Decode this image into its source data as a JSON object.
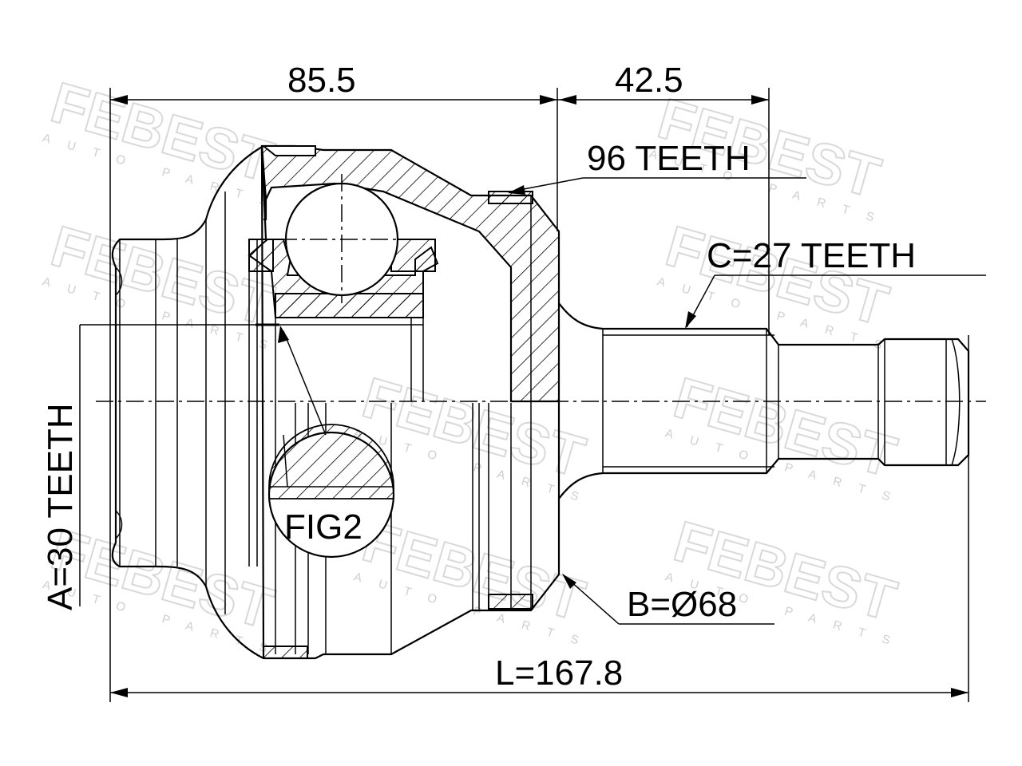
{
  "labels": {
    "length_a": "85.5",
    "length_b": "42.5",
    "outer_teeth": "96 TEETH",
    "spline_c": "C=27 TEETH",
    "spline_a": "A=30 TEETH",
    "diameter_b": "B=Ø68",
    "total_length": "L=167.8",
    "figure_ref": "FIG2"
  },
  "watermark": {
    "brand": "FEBEST",
    "tagline": "AUTO PARTS"
  },
  "colors": {
    "line": "#000000",
    "watermark": "#d9d9d9",
    "background": "#ffffff"
  }
}
